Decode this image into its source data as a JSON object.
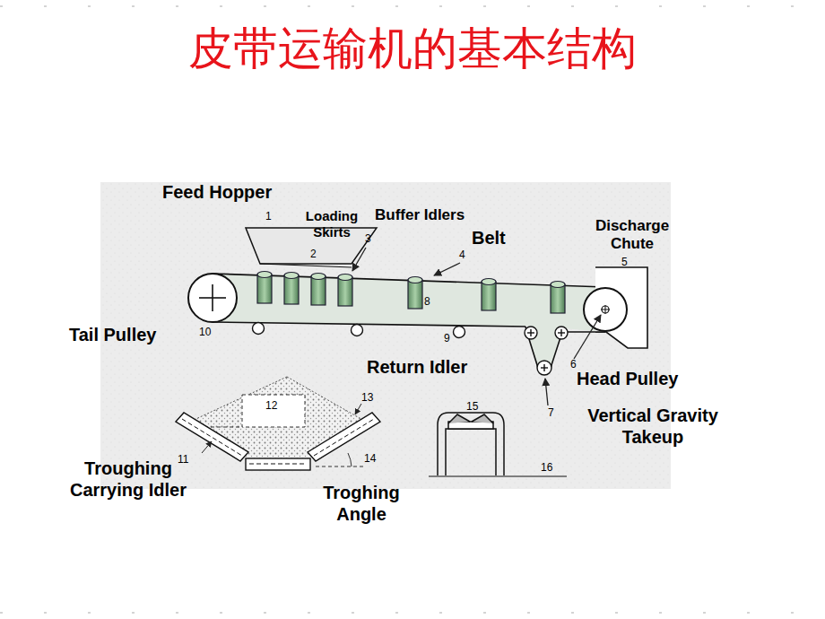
{
  "diagram": {
    "title": "皮带运输机的基本结构",
    "labels": [
      "Feed Hopper",
      "1",
      "Loading Skirts",
      "3",
      "Buffer Idlers",
      "Belt",
      "4",
      "Discharge Chute",
      "5",
      "2",
      "8",
      "Tail Pulley",
      "10",
      "9",
      "Return Idler",
      "6",
      "Head Pulley",
      "7",
      "Vertical Gravity Takeup",
      "12",
      "13",
      "15",
      "Troughing Carrying Idler",
      "11",
      "14",
      "Troghing Angle",
      "16"
    ]
  }
}
